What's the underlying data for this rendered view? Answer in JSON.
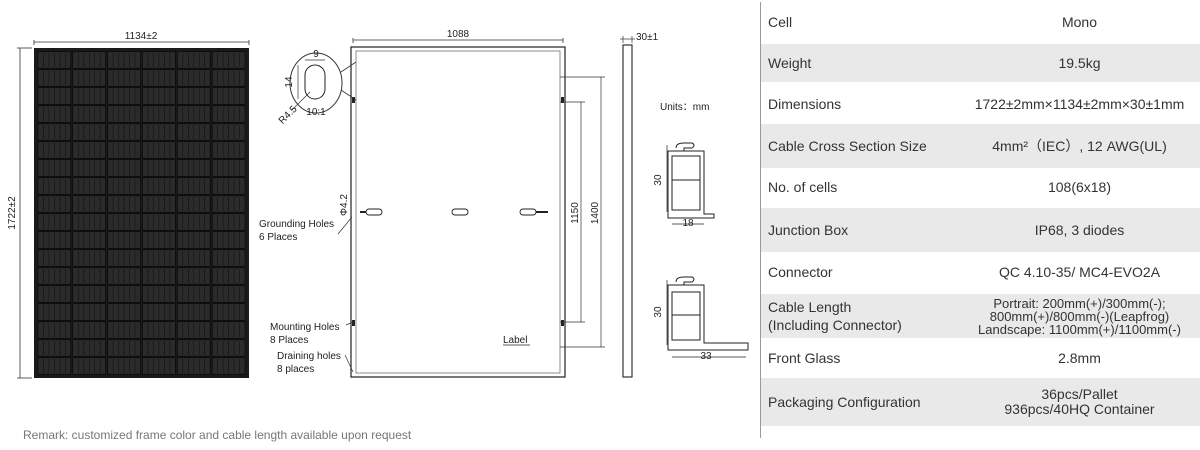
{
  "drawing": {
    "front_width": "1134±2",
    "front_height": "1722±2",
    "back_width": "1088",
    "thickness": "30±1",
    "hole_w": "9",
    "hole_h": "14",
    "hole_radius": "R4.5",
    "hole_scale": "10:1",
    "hole_dia": "Φ4.2",
    "dist_1150": "1150",
    "dist_1400": "1400",
    "units": "Units：mm",
    "grounding_label_1": "Grounding Holes",
    "grounding_label_2": "6 Places",
    "mounting_label_1": "Mounting Holes",
    "mounting_label_2": "8 Places",
    "draining_label_1": "Draining holes",
    "draining_label_2": "8 places",
    "label_text": "Label",
    "profile1_h": "30",
    "profile1_w": "18",
    "profile2_h": "30",
    "profile2_w": "33"
  },
  "remark": "Remark: customized frame color and cable length available upon request",
  "specs": [
    {
      "key": "Cell",
      "value": [
        "Mono"
      ]
    },
    {
      "key": "Weight",
      "value": [
        "19.5kg"
      ]
    },
    {
      "key": "Dimensions",
      "value": [
        "1722±2mm×1134±2mm×30±1mm"
      ]
    },
    {
      "key": "Cable Cross Section Size",
      "value": [
        "4mm²（IEC）, 12 AWG(UL)"
      ]
    },
    {
      "key": "No. of cells",
      "value": [
        "108(6x18)"
      ]
    },
    {
      "key": "Junction Box",
      "value": [
        "IP68, 3 diodes"
      ]
    },
    {
      "key": "Connector",
      "value": [
        "QC 4.10-35/ MC4-EVO2A"
      ]
    },
    {
      "key": "Cable Length",
      "key2": "(Including Connector)",
      "value": [
        "Portrait: 200mm(+)/300mm(-);",
        "800mm(+)/800mm(-)(Leapfrog)",
        "Landscape: 1100mm(+)/1100mm(-)"
      ]
    },
    {
      "key": "Front Glass",
      "value": [
        "2.8mm"
      ]
    },
    {
      "key": "Packaging Configuration",
      "value": [
        "36pcs/Pallet",
        "936pcs/40HQ Container"
      ]
    }
  ]
}
